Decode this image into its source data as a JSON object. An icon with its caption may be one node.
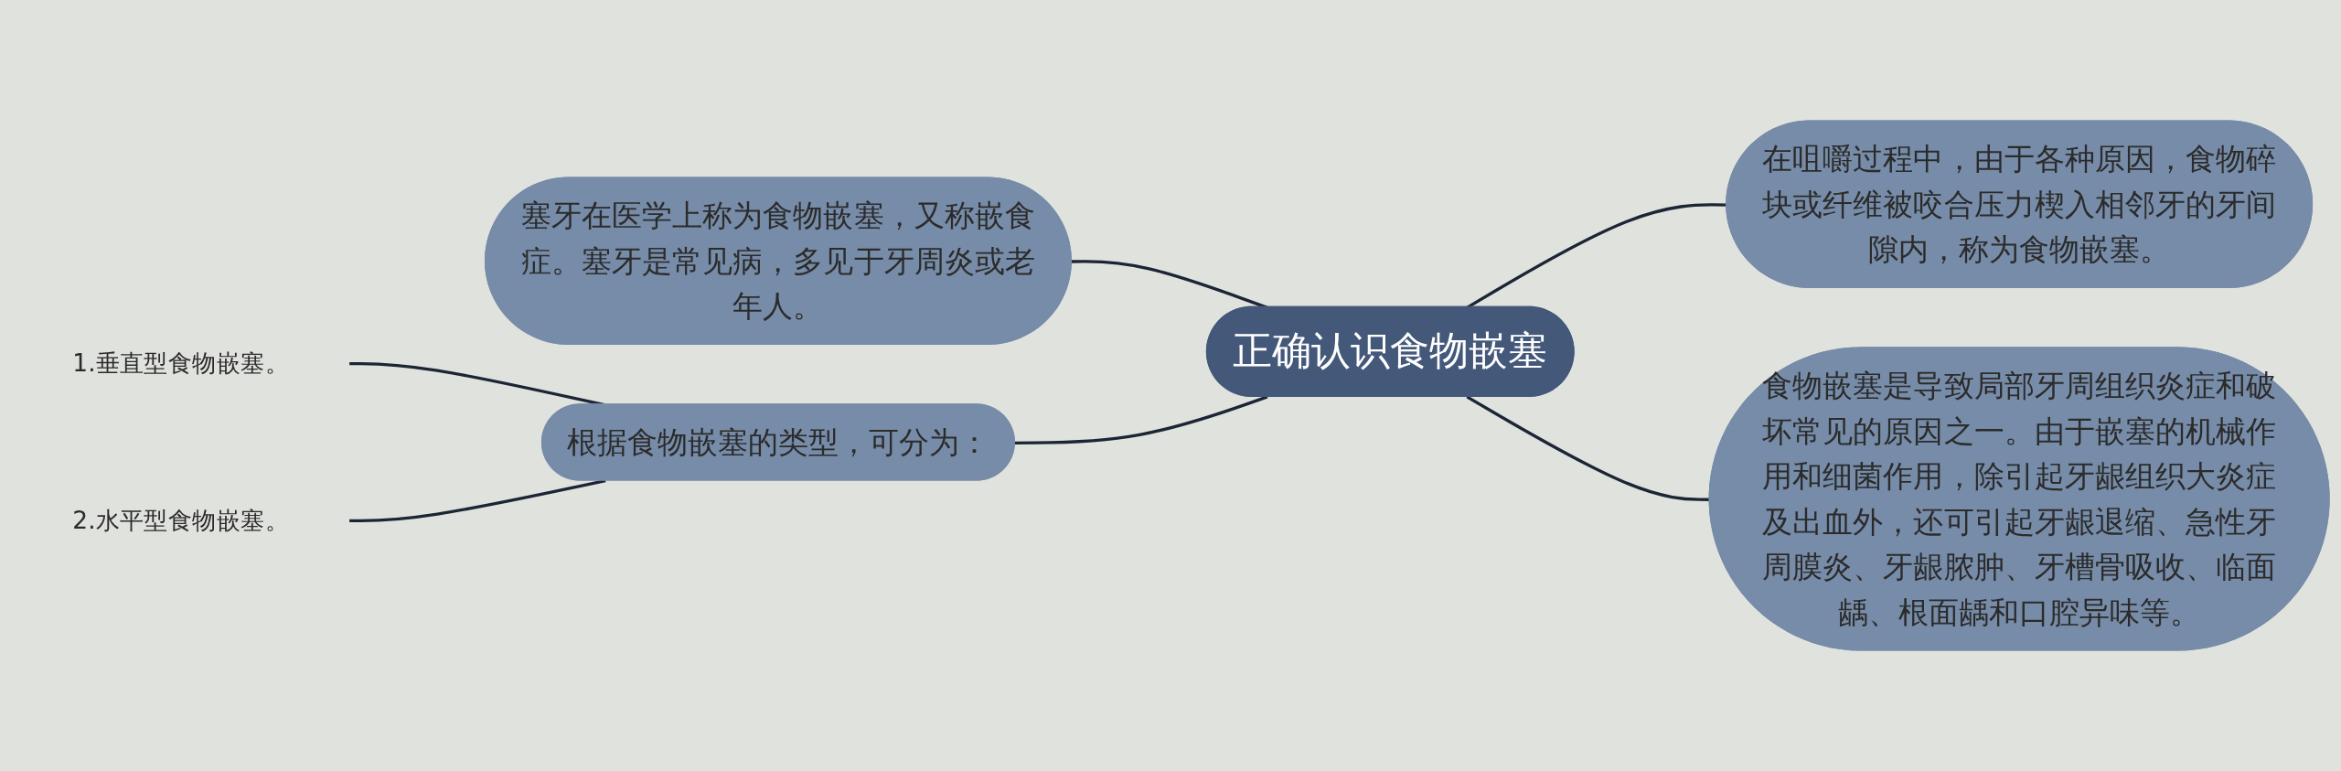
{
  "diagram": {
    "nodes": [
      {
        "text": [
          "正确认识食物嵌塞"
        ]
      },
      {
        "text": [
          "塞牙在医学上称为食物嵌塞，又称嵌食症。塞牙是常见病，多见于牙周炎或老年人。"
        ]
      },
      {
        "text": [
          "根据食物嵌塞的类型，可分为："
        ]
      },
      {
        "text": [
          "1.垂直型食物嵌塞。"
        ]
      },
      {
        "text": [
          "2.水平型食物嵌塞。"
        ]
      },
      {
        "text": [
          "在咀嚼过程中，由于各种原因，食物碎块或纤维被咬合压力楔入相邻牙的牙间隙内，称为食物嵌塞。"
        ]
      },
      {
        "text": [
          "食物嵌塞是导致局部牙周组织炎症和破坏常见的原因之一。由于嵌塞的机械作用和细菌作用，除引起牙龈组织大炎症及出血外，还可引起牙龈退缩、急性牙周膜炎、牙龈脓肿、牙槽骨吸收、临面龋、根面龋和口腔异味等。"
        ]
      }
    ],
    "edges": [
      {
        "from": 1,
        "to": 0,
        "arrow": "none"
      },
      {
        "from": 2,
        "to": 0,
        "arrow": "none"
      },
      {
        "from": 3,
        "to": 2,
        "arrow": "none"
      },
      {
        "from": 4,
        "to": 2,
        "arrow": "none"
      },
      {
        "from": 0,
        "to": 5,
        "arrow": "none"
      },
      {
        "from": 0,
        "to": 6,
        "arrow": "none"
      }
    ]
  }
}
